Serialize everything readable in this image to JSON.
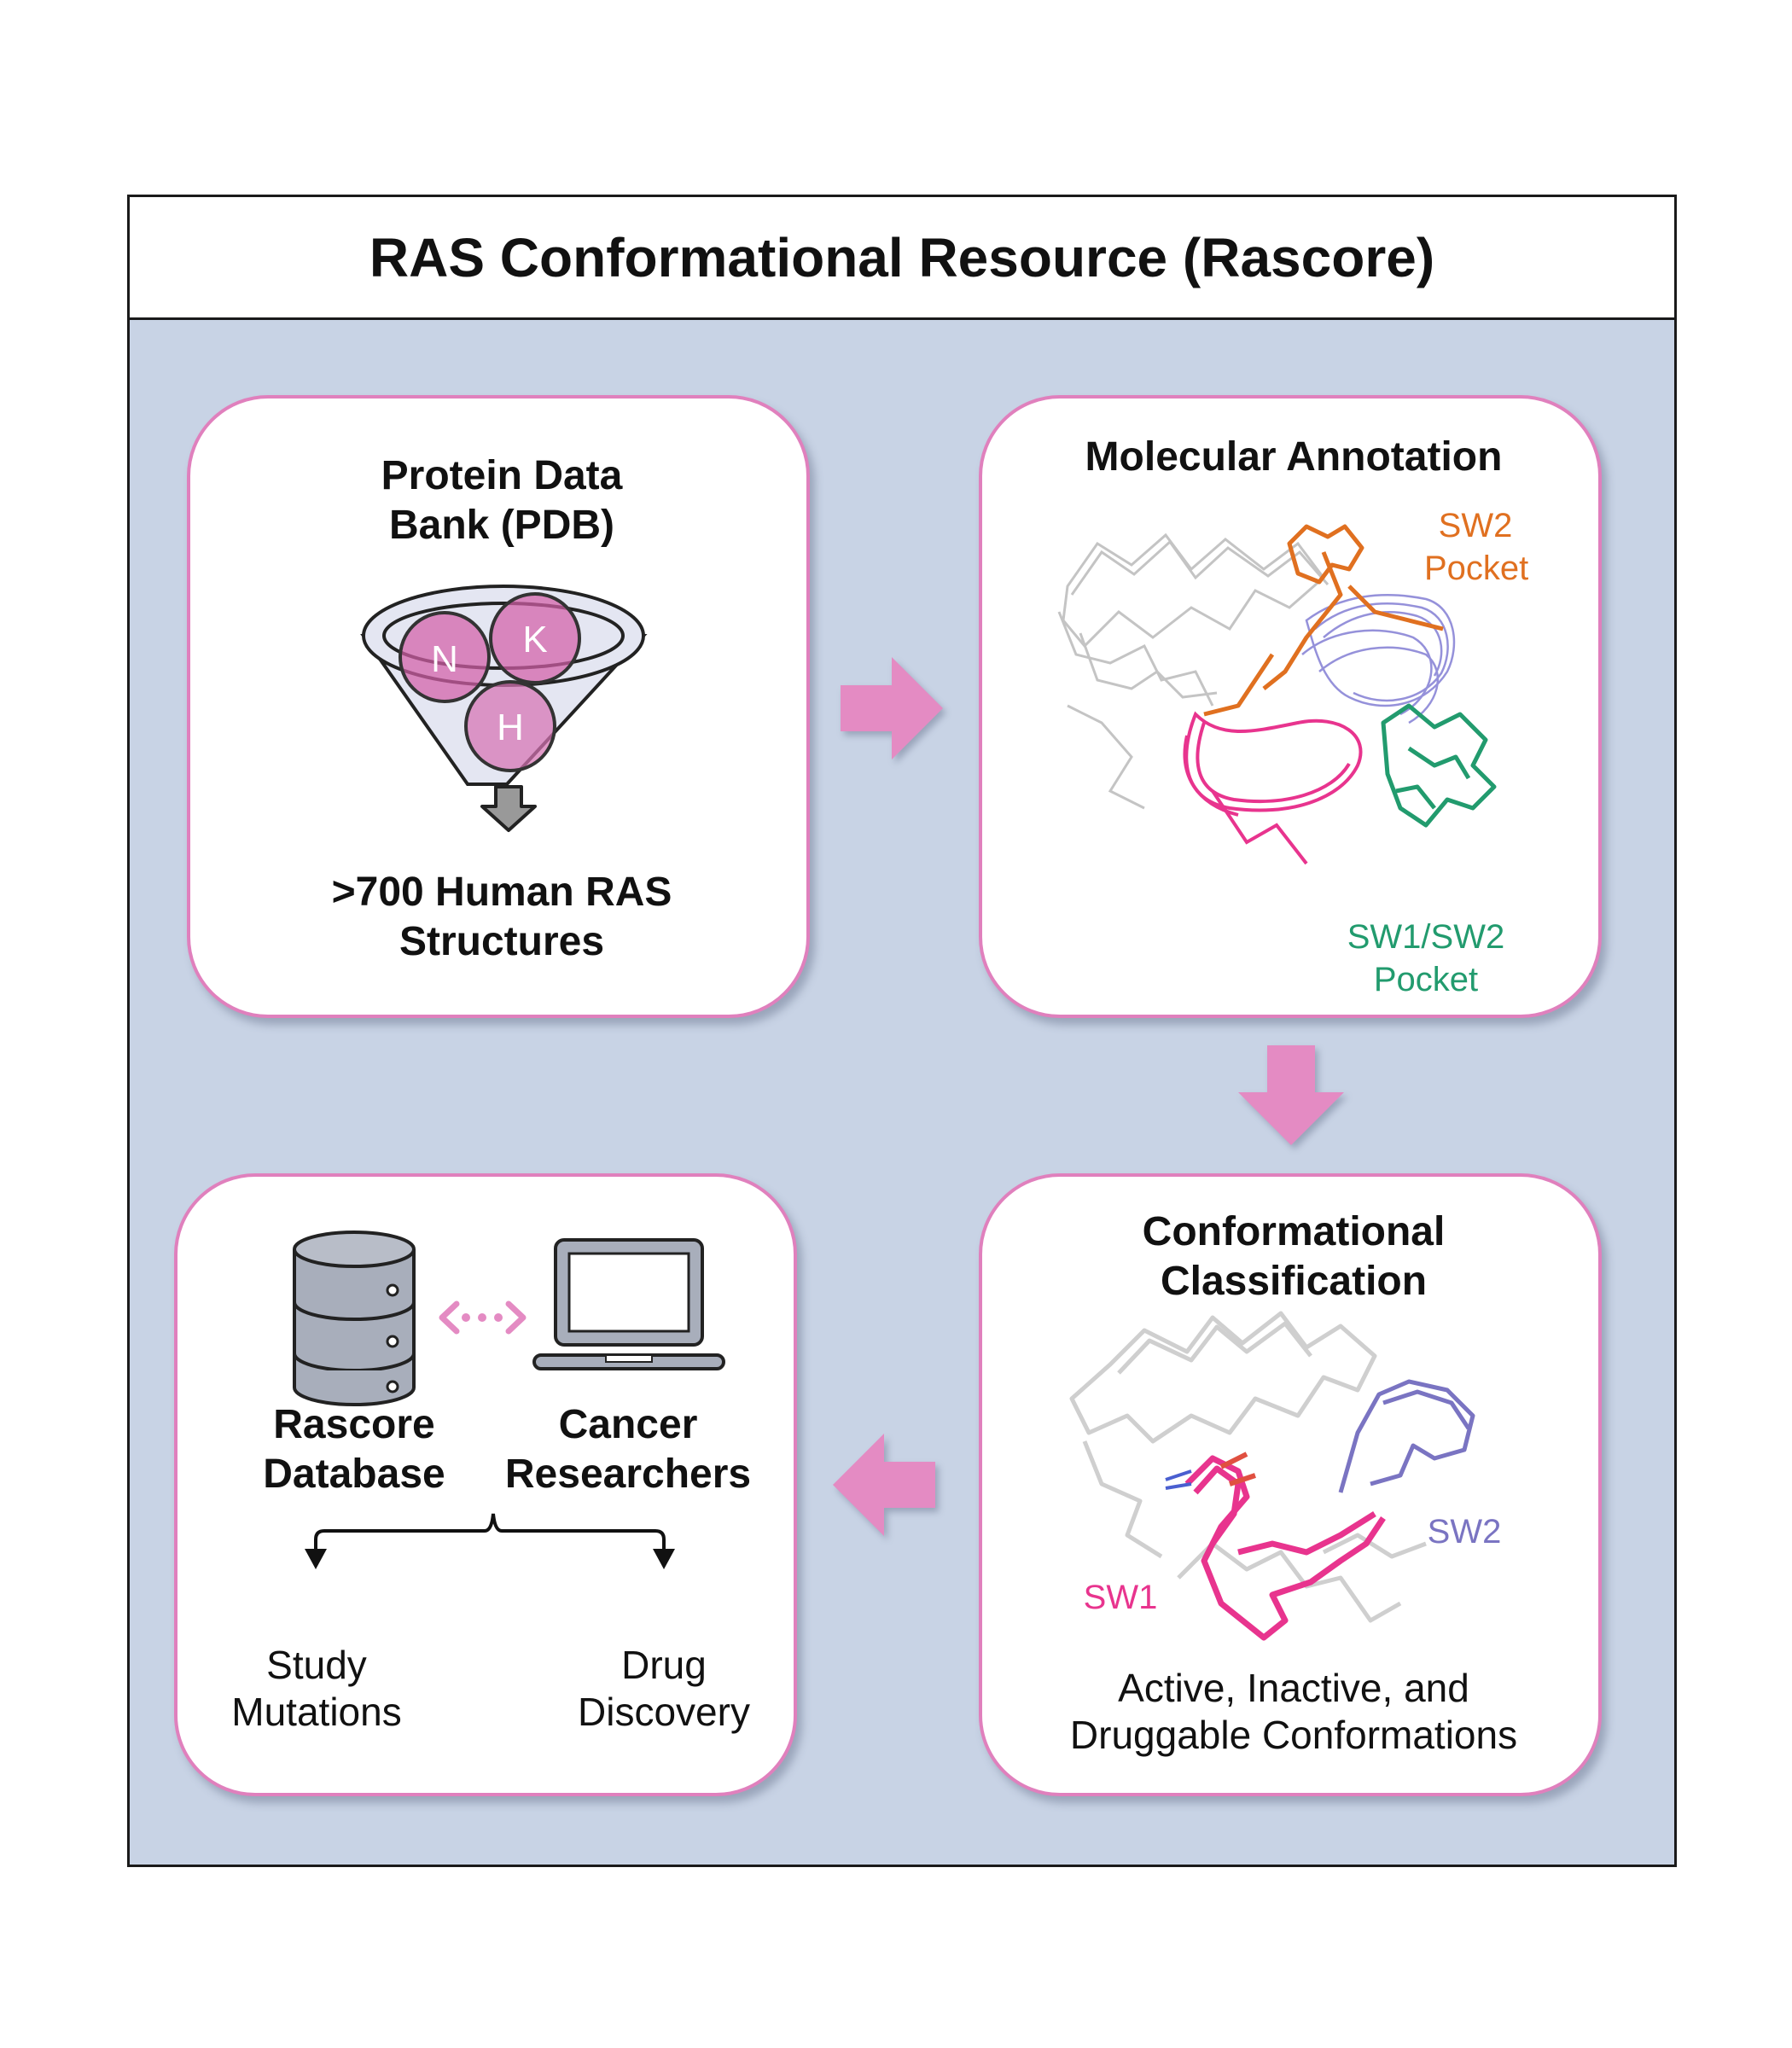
{
  "title": "RAS Conformational Resource (Rascore)",
  "pdb_card": {
    "heading": "Protein Data Bank (PDB)",
    "isoforms": [
      "N",
      "K",
      "H"
    ],
    "footer": ">700 Human RAS Structures"
  },
  "annotation_card": {
    "heading": "Molecular Annotation",
    "sw2_pocket_label": "SW2 Pocket",
    "sw1sw2_pocket_label": "SW1/SW2 Pocket"
  },
  "classification_card": {
    "heading": "Conformational Classification",
    "sw1_label": "SW1",
    "sw2_label": "SW2",
    "footer": "Active, Inactive, and Druggable Conformations"
  },
  "database_card": {
    "database_label": "Rascore Database",
    "researchers_label": "Cancer Researchers",
    "outcome_left": "Study Mutations",
    "outcome_right": "Drug Discovery"
  },
  "colors": {
    "panel_background": "#c8d3e5",
    "card_border": "#e080bd",
    "arrow": "#e48bc3",
    "sw1": "#e8348e",
    "sw2_switch": "#7a74c2",
    "sw2_pocket": "#e07020",
    "sw1sw2_pocket": "#229b6e"
  }
}
